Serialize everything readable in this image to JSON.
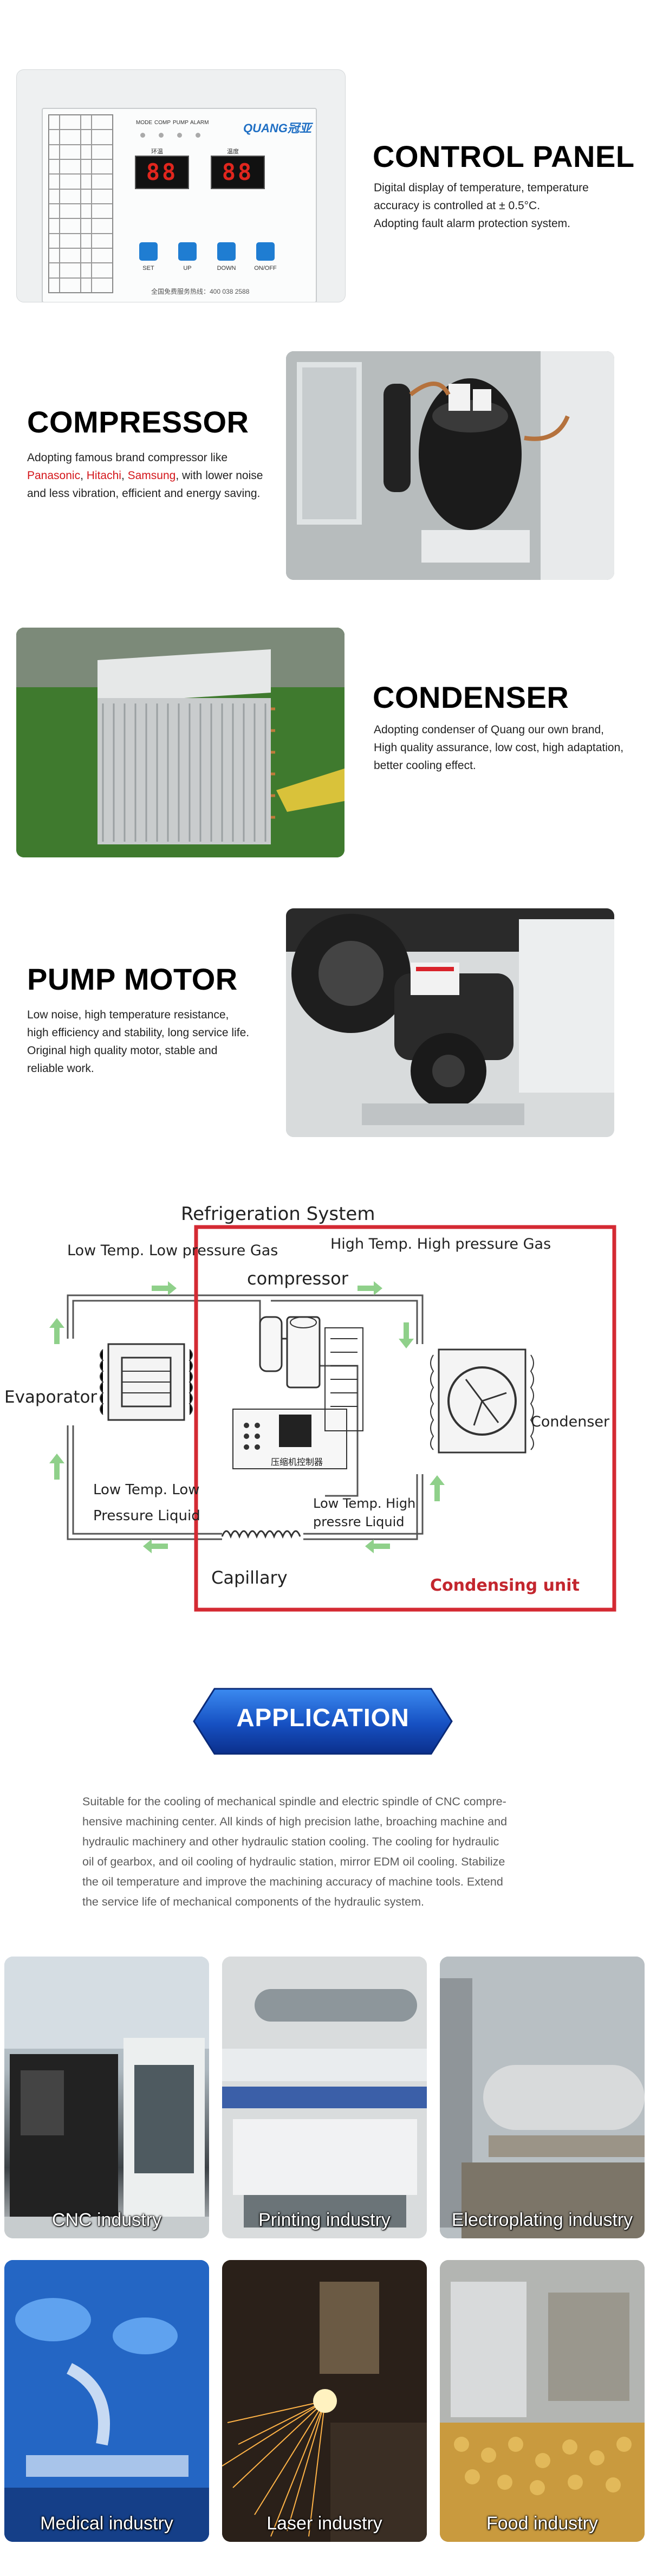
{
  "features": {
    "control_panel": {
      "title": "CONTROL PANEL",
      "desc_lines": [
        "Digital display of temperature, temperature",
        "accuracy is controlled at ± 0.5°C.",
        "Adopting fault alarm protection system."
      ],
      "panel": {
        "logo": "QUANG冠亚",
        "display_left": "88",
        "display_right": "88",
        "label_left": "环温",
        "label_right": "温度",
        "led_labels": [
          "MODE",
          "COMP",
          "PUMP",
          "ALARM"
        ],
        "buttons": [
          "SET",
          "UP",
          "DOWN",
          "ON/OFF"
        ],
        "hotline": "全国免费服务热线：400 038 2588"
      }
    },
    "compressor": {
      "title": "COMPRESSOR",
      "line1": "Adopting famous brand compressor like",
      "brand1": "Panasonic",
      "brand2": "Hitachi",
      "brand3": "Samsung",
      "line2_rest": ", with lower noise",
      "line3": "and less vibration, efficient and energy saving."
    },
    "condenser": {
      "title": "CONDENSER",
      "desc_lines": [
        "Adopting condenser of Quang our own brand,",
        "High quality assurance, low cost, high adaptation,",
        "better cooling effect."
      ]
    },
    "pump_motor": {
      "title": "PUMP MOTOR",
      "desc_lines": [
        "Low noise, high temperature resistance,",
        "high efficiency and stability, long service life.",
        "Original high quality motor, stable and",
        "reliable work."
      ]
    }
  },
  "diagram": {
    "title": "Refrigeration System",
    "low_gas": "Low Temp. Low pressure Gas",
    "high_gas": "High Temp. High pressure Gas",
    "compressor": "compressor",
    "evaporator": "Evaporator",
    "condenser": "Condenser",
    "low_liquid_1": "Low Temp. Low",
    "low_liquid_2": "Pressure Liquid",
    "high_liquid_1": "Low Temp. High",
    "high_liquid_2": "pressre Liquid",
    "capillary": "Capillary",
    "condensing_unit": "Condensing unit",
    "controller": "压缩机控制器",
    "colors": {
      "red_box": "#d42a33",
      "arrow": "#8fd08a",
      "pipe": "#555555"
    }
  },
  "application": {
    "badge": "APPLICATION",
    "desc_lines": [
      "Suitable for the cooling of mechanical spindle and electric spindle of CNC compre-",
      "hensive machining center. All kinds of high precision lathe, broaching machine and",
      "hydraulic machinery and other hydraulic station cooling. The cooling for hydraulic",
      "oil of gearbox, and oil cooling of hydraulic station, mirror EDM oil cooling. Stabilize",
      "the oil temperature and improve the machining accuracy of machine tools. Extend",
      "the service life of mechanical components of the hydraulic system."
    ],
    "industries": [
      "CNC industry",
      "Printing industry",
      "Electroplating industry",
      "Medical industry",
      "Laser industry",
      "Food industry"
    ],
    "badge_colors": {
      "top": "#2f79e6",
      "bottom": "#0b2f8c"
    }
  }
}
